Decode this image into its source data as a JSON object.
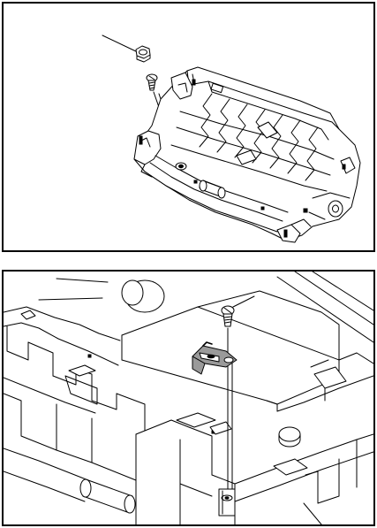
{
  "figures": [
    {
      "name": "figure-1",
      "parts": [
        "hex-nut",
        "screw",
        "paper-guide-assembly"
      ],
      "callout_count": 1
    },
    {
      "name": "figure-2",
      "parts": [
        "screw",
        "bracket",
        "chassis-frame"
      ],
      "callout_count": 1
    }
  ],
  "colors": {
    "line": "#000000",
    "background": "#ffffff",
    "shade": "#9a9a9a"
  }
}
